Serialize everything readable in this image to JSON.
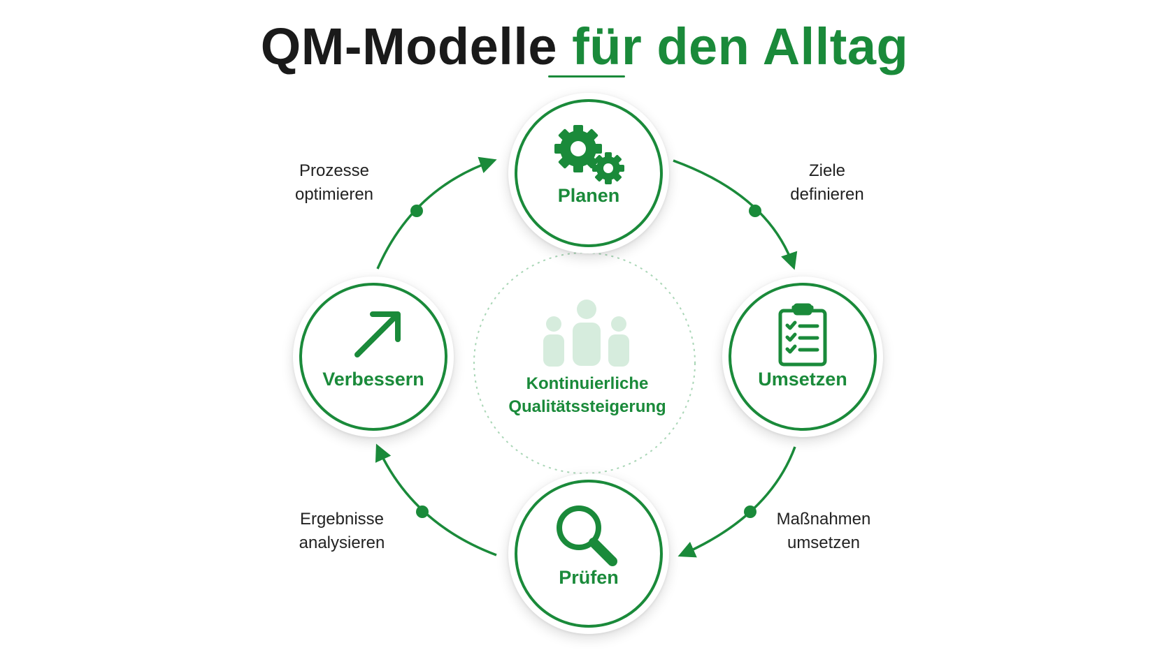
{
  "title": {
    "dark": "QM-Modelle",
    "accent": "für den Alltag"
  },
  "colors": {
    "accent": "#1a8a3a",
    "text": "#1a1a1a",
    "people": "#d6ecdd"
  },
  "steps": [
    {
      "label": "Planen",
      "icon": "gears-icon"
    },
    {
      "label": "Umsetzen",
      "icon": "clipboard-checklist-icon"
    },
    {
      "label": "Prüfen",
      "icon": "magnifier-icon"
    },
    {
      "label": "Verbessern",
      "icon": "arrow-up-right-icon"
    }
  ],
  "transitions": [
    {
      "line1": "Ziele",
      "line2": "definieren"
    },
    {
      "line1": "Maßnahmen",
      "line2": "umsetzen"
    },
    {
      "line1": "Ergebnisse",
      "line2": "analysieren"
    },
    {
      "line1": "Prozesse",
      "line2": "optimieren"
    }
  ],
  "center": {
    "line1": "Kontinuierliche",
    "line2": "Qualitätssteigerung",
    "icon": "team-people-icon"
  }
}
